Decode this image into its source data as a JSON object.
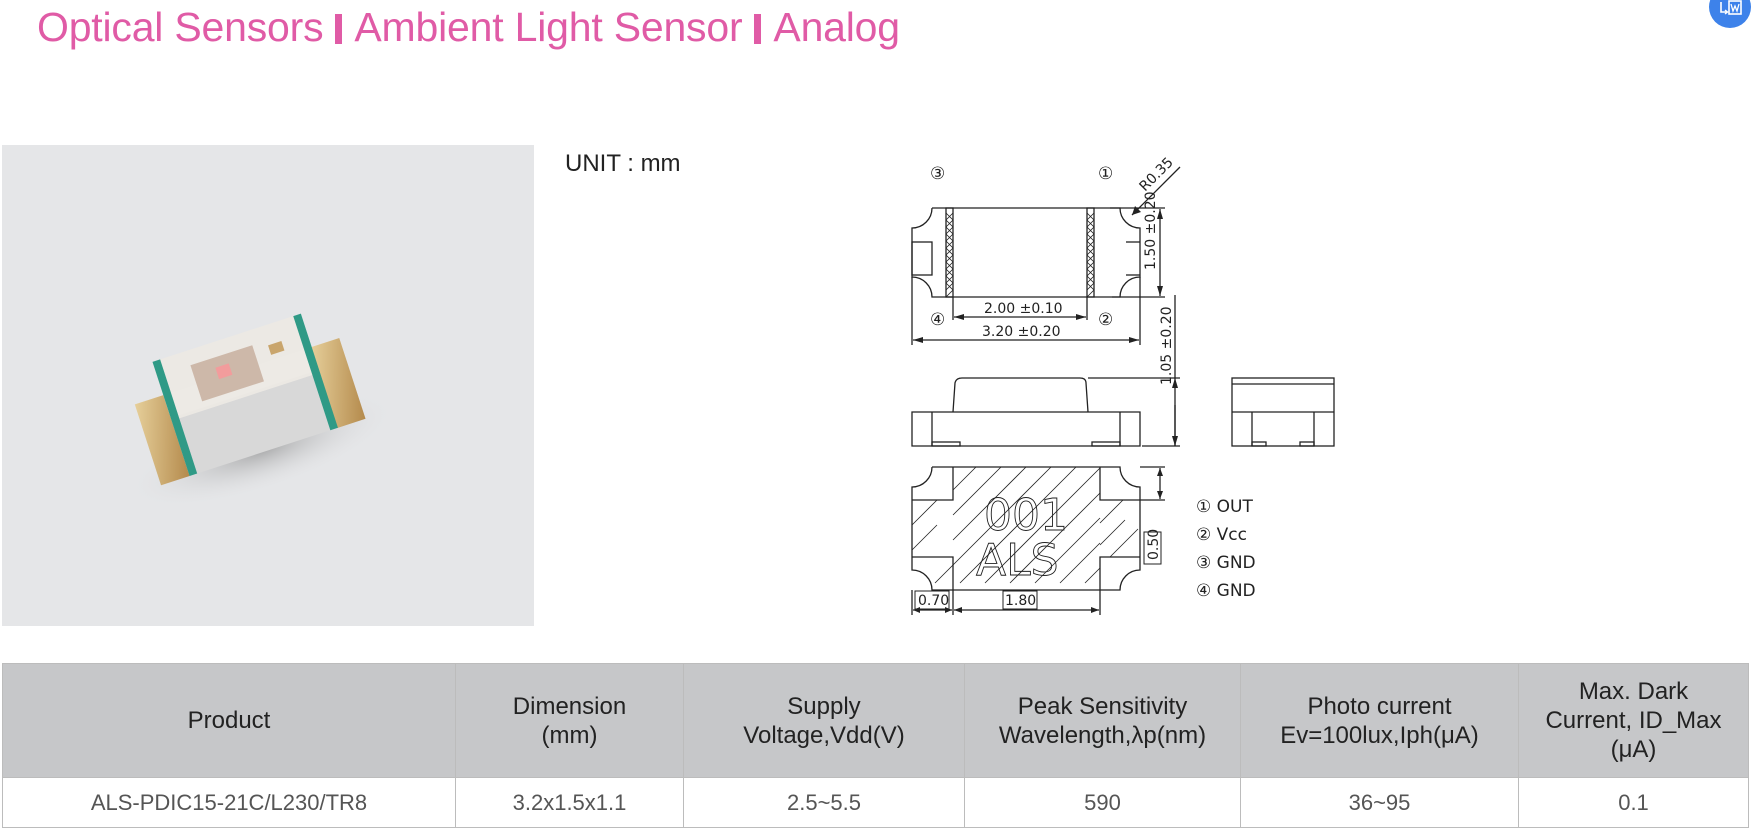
{
  "header": {
    "breadcrumb": [
      "Optical Sensors",
      "Ambient Light Sensor",
      "Analog"
    ],
    "accent_color": "#e05ba6"
  },
  "floating_button": {
    "icon": "translate-document-icon",
    "color": "#3d82ea"
  },
  "product_photo": {
    "alt": "ALS-PDIC15-21C SMD ambient light sensor package"
  },
  "drawing": {
    "unit_label": "UNIT : mm",
    "dimensions": {
      "radius": "R0.35",
      "height": "1.50 ±0.20",
      "inner_length": "2.00 ±0.10",
      "length": "3.20 ±0.20",
      "thickness": "1.05 ±0.20",
      "pad_height": "0.50",
      "pad_width": "0.70",
      "pad_gap": "1.80"
    },
    "marking": {
      "line1": "001",
      "line2": "ALS"
    },
    "pin_numbers": [
      "①",
      "②",
      "③",
      "④"
    ],
    "pins": [
      {
        "num": "①",
        "name": "OUT"
      },
      {
        "num": "②",
        "name": "Vcc"
      },
      {
        "num": "③",
        "name": "GND"
      },
      {
        "num": "④",
        "name": "GND"
      }
    ]
  },
  "table": {
    "headers": [
      [
        "Product"
      ],
      [
        "Dimension",
        "(mm)"
      ],
      [
        "Supply",
        "Voltage,Vdd(V)"
      ],
      [
        "Peak Sensitivity",
        "Wavelength,λp(nm)"
      ],
      [
        "Photo current",
        "Ev=100lux,Iph(μA)"
      ],
      [
        "Max. Dark",
        "Current, ID_Max",
        "(μA)"
      ]
    ],
    "rows": [
      [
        "ALS-PDIC15-21C/L230/TR8",
        "3.2x1.5x1.1",
        "2.5~5.5",
        "590",
        "36~95",
        "0.1"
      ]
    ]
  }
}
